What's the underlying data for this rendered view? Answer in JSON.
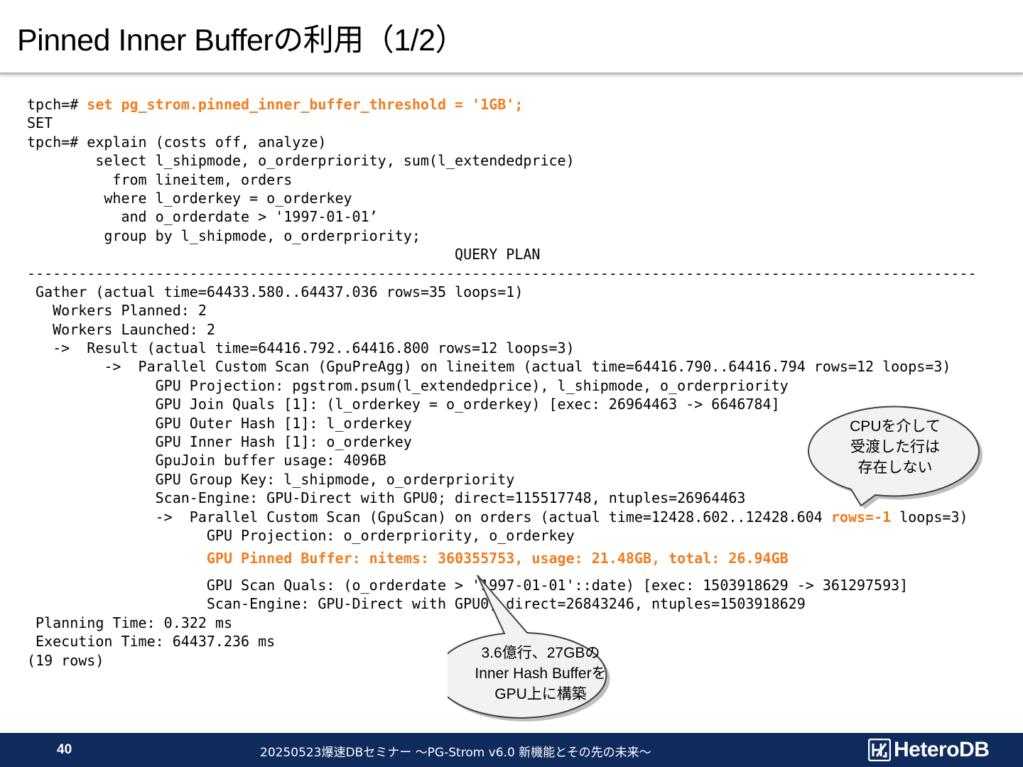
{
  "slide": {
    "title": "Pinned Inner Bufferの利用（1/2）"
  },
  "code": {
    "l1_prefix": "tpch=# ",
    "l1_highlight": "set pg_strom.pinned_inner_buffer_threshold = '1GB';",
    "l2": "SET",
    "l3": "tpch=# explain (costs off, analyze)",
    "l4": "        select l_shipmode, o_orderpriority, sum(l_extendedprice)",
    "l5": "          from lineitem, orders",
    "l6": "         where l_orderkey = o_orderkey",
    "l7": "           and o_orderdate > '1997-01-01’",
    "l8": "         group by l_shipmode, o_orderpriority;",
    "l9": "                                                  QUERY PLAN",
    "l10": "---------------------------------------------------------------------------------------------------------------",
    "l11": " Gather (actual time=64433.580..64437.036 rows=35 loops=1)",
    "l12": "   Workers Planned: 2",
    "l13": "   Workers Launched: 2",
    "l14": "   ->  Result (actual time=64416.792..64416.800 rows=12 loops=3)",
    "l15": "         ->  Parallel Custom Scan (GpuPreAgg) on lineitem (actual time=64416.790..64416.794 rows=12 loops=3)",
    "l16": "               GPU Projection: pgstrom.psum(l_extendedprice), l_shipmode, o_orderpriority",
    "l17": "               GPU Join Quals [1]: (l_orderkey = o_orderkey) [exec: 26964463 -> 6646784]",
    "l18": "               GPU Outer Hash [1]: l_orderkey",
    "l19": "               GPU Inner Hash [1]: o_orderkey",
    "l20": "               GpuJoin buffer usage: 4096B",
    "l21": "               GPU Group Key: l_shipmode, o_orderpriority",
    "l22": "               Scan-Engine: GPU-Direct with GPU0; direct=115517748, ntuples=26964463",
    "l23_prefix": "               ->  Parallel Custom Scan (GpuScan) on orders (actual time=12428.602..12428.604 ",
    "l23_highlight": "rows=-1",
    "l23_suffix": " loops=3)",
    "l24": "                     GPU Projection: o_orderpriority, o_orderkey",
    "l25_prefix": "                     ",
    "l25_highlight": "GPU Pinned Buffer: nitems: 360355753, usage: 21.48GB, total: 26.94GB",
    "l26": "                     GPU Scan Quals: (o_orderdate > '1997-01-01'::date) [exec: 1503918629 -> 361297593]",
    "l27": "                     Scan-Engine: GPU-Direct with GPU0; direct=26843246, ntuples=1503918629",
    "l28": " Planning Time: 0.322 ms",
    "l29": " Execution Time: 64437.236 ms",
    "l30": "(19 rows)"
  },
  "callouts": {
    "top_line1": "CPUを介して",
    "top_line2": "受渡した行は",
    "top_line3": "存在しない",
    "bottom_line1": "3.6億行、27GBの",
    "bottom_line2": "Inner Hash Bufferを",
    "bottom_line3": "GPU上に構築"
  },
  "footer": {
    "page_number": "40",
    "text": "20250523爆速DBセミナー 〜PG-Strom v6.0  新機能とその先の未来〜",
    "logo_text": "HeteroDB"
  },
  "colors": {
    "highlight": "#ee7d22",
    "footer_bg": "#0f2a5c",
    "callout_fill": "#f2f2f2"
  }
}
